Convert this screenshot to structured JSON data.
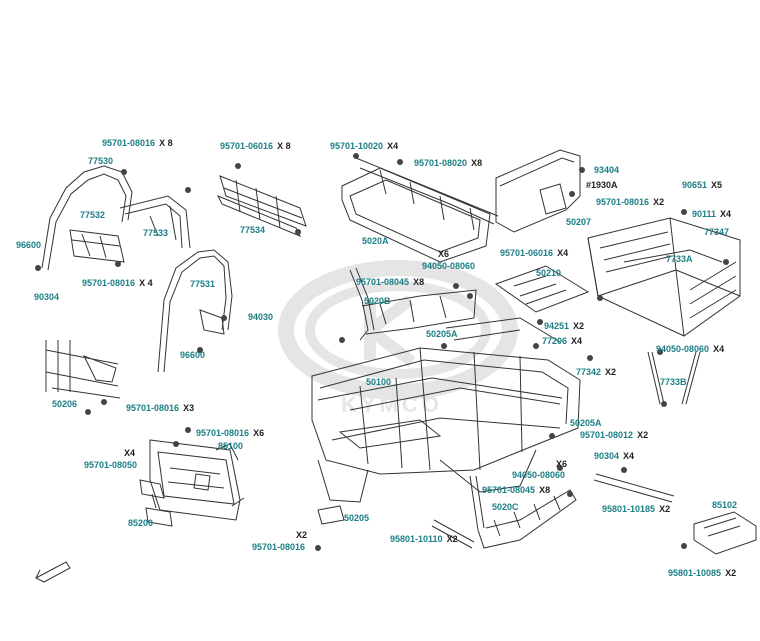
{
  "watermark": "KYMCO",
  "colors": {
    "label": "#1a7f86",
    "line": "#333333",
    "watermark": "#d9d9d9"
  },
  "labels": {
    "l_95701_08016_a": {
      "code": "95701-08016",
      "qty": "X 8"
    },
    "l_77530": {
      "code": "77530"
    },
    "l_77532": {
      "code": "77532"
    },
    "l_77533": {
      "code": "77533"
    },
    "l_96600_a": {
      "code": "96600"
    },
    "l_95701_08016_b": {
      "code": "95701-08016",
      "qty": "X 4"
    },
    "l_90304_a": {
      "code": "90304"
    },
    "l_95701_06016_a": {
      "code": "95701-06016",
      "qty": "X 8"
    },
    "l_77534": {
      "code": "77534"
    },
    "l_77531": {
      "code": "77531"
    },
    "l_94030": {
      "code": "94030"
    },
    "l_96600_b": {
      "code": "96600"
    },
    "l_50206": {
      "code": "50206"
    },
    "l_95701_08016_c": {
      "code": "95701-08016",
      "qty": "X3"
    },
    "l_95701_08016_d": {
      "code": "95701-08016",
      "qty": "X6"
    },
    "l_85100": {
      "code": "85100"
    },
    "l_x4_a": {
      "qty": "X4"
    },
    "l_95701_08050": {
      "code": "95701-08050"
    },
    "l_85200": {
      "code": "85200"
    },
    "l_95701_10020": {
      "code": "95701-10020",
      "qty": "X4"
    },
    "l_95701_08020": {
      "code": "95701-08020",
      "qty": "X8"
    },
    "l_5020a": {
      "code": "5020A"
    },
    "l_93404": {
      "code": "93404"
    },
    "l_1930a": {
      "text": "#1930A"
    },
    "l_95701_08016_e": {
      "code": "95701-08016",
      "qty": "X2"
    },
    "l_50207": {
      "code": "50207"
    },
    "l_90651": {
      "code": "90651",
      "qty": "X5"
    },
    "l_90111": {
      "code": "90111",
      "qty": "X4"
    },
    "l_77347": {
      "code": "77347"
    },
    "l_7733a": {
      "code": "7733A"
    },
    "l_x6_a": {
      "qty": "X6"
    },
    "l_94050_08060_a": {
      "code": "94050-08060"
    },
    "l_95701_08045_a": {
      "code": "95701-08045",
      "qty": "X8"
    },
    "l_5020b": {
      "code": "5020B"
    },
    "l_95701_06016_b": {
      "code": "95701-06016",
      "qty": "X4"
    },
    "l_50210": {
      "code": "50210"
    },
    "l_50205a_a": {
      "code": "50205A"
    },
    "l_94251": {
      "code": "94251",
      "qty": "X2"
    },
    "l_77206": {
      "code": "77206",
      "qty": "X4"
    },
    "l_77342": {
      "code": "77342",
      "qty": "X2"
    },
    "l_94050_08060_b": {
      "code": "94050-08060",
      "qty": "X4"
    },
    "l_7733b": {
      "code": "7733B"
    },
    "l_50100": {
      "code": "50100"
    },
    "l_50205a_b": {
      "code": "50205A"
    },
    "l_95701_08012": {
      "code": "95701-08012",
      "qty": "X2"
    },
    "l_90304_b": {
      "code": "90304",
      "qty": "X4"
    },
    "l_x6_b": {
      "qty": "X6"
    },
    "l_94050_08060_c": {
      "code": "94050-08060"
    },
    "l_95701_08045_b": {
      "code": "95701-08045",
      "qty": "X8"
    },
    "l_5020c": {
      "code": "5020C"
    },
    "l_95801_10185": {
      "code": "95801-10185",
      "qty": "X2"
    },
    "l_85102": {
      "code": "85102"
    },
    "l_50205": {
      "code": "50205"
    },
    "l_95801_10110": {
      "code": "95801-10110",
      "qty": "X2"
    },
    "l_x2_a": {
      "qty": "X2"
    },
    "l_95701_08016_f": {
      "code": "95701-08016"
    },
    "l_95801_10085": {
      "code": "95801-10085",
      "qty": "X2"
    }
  }
}
